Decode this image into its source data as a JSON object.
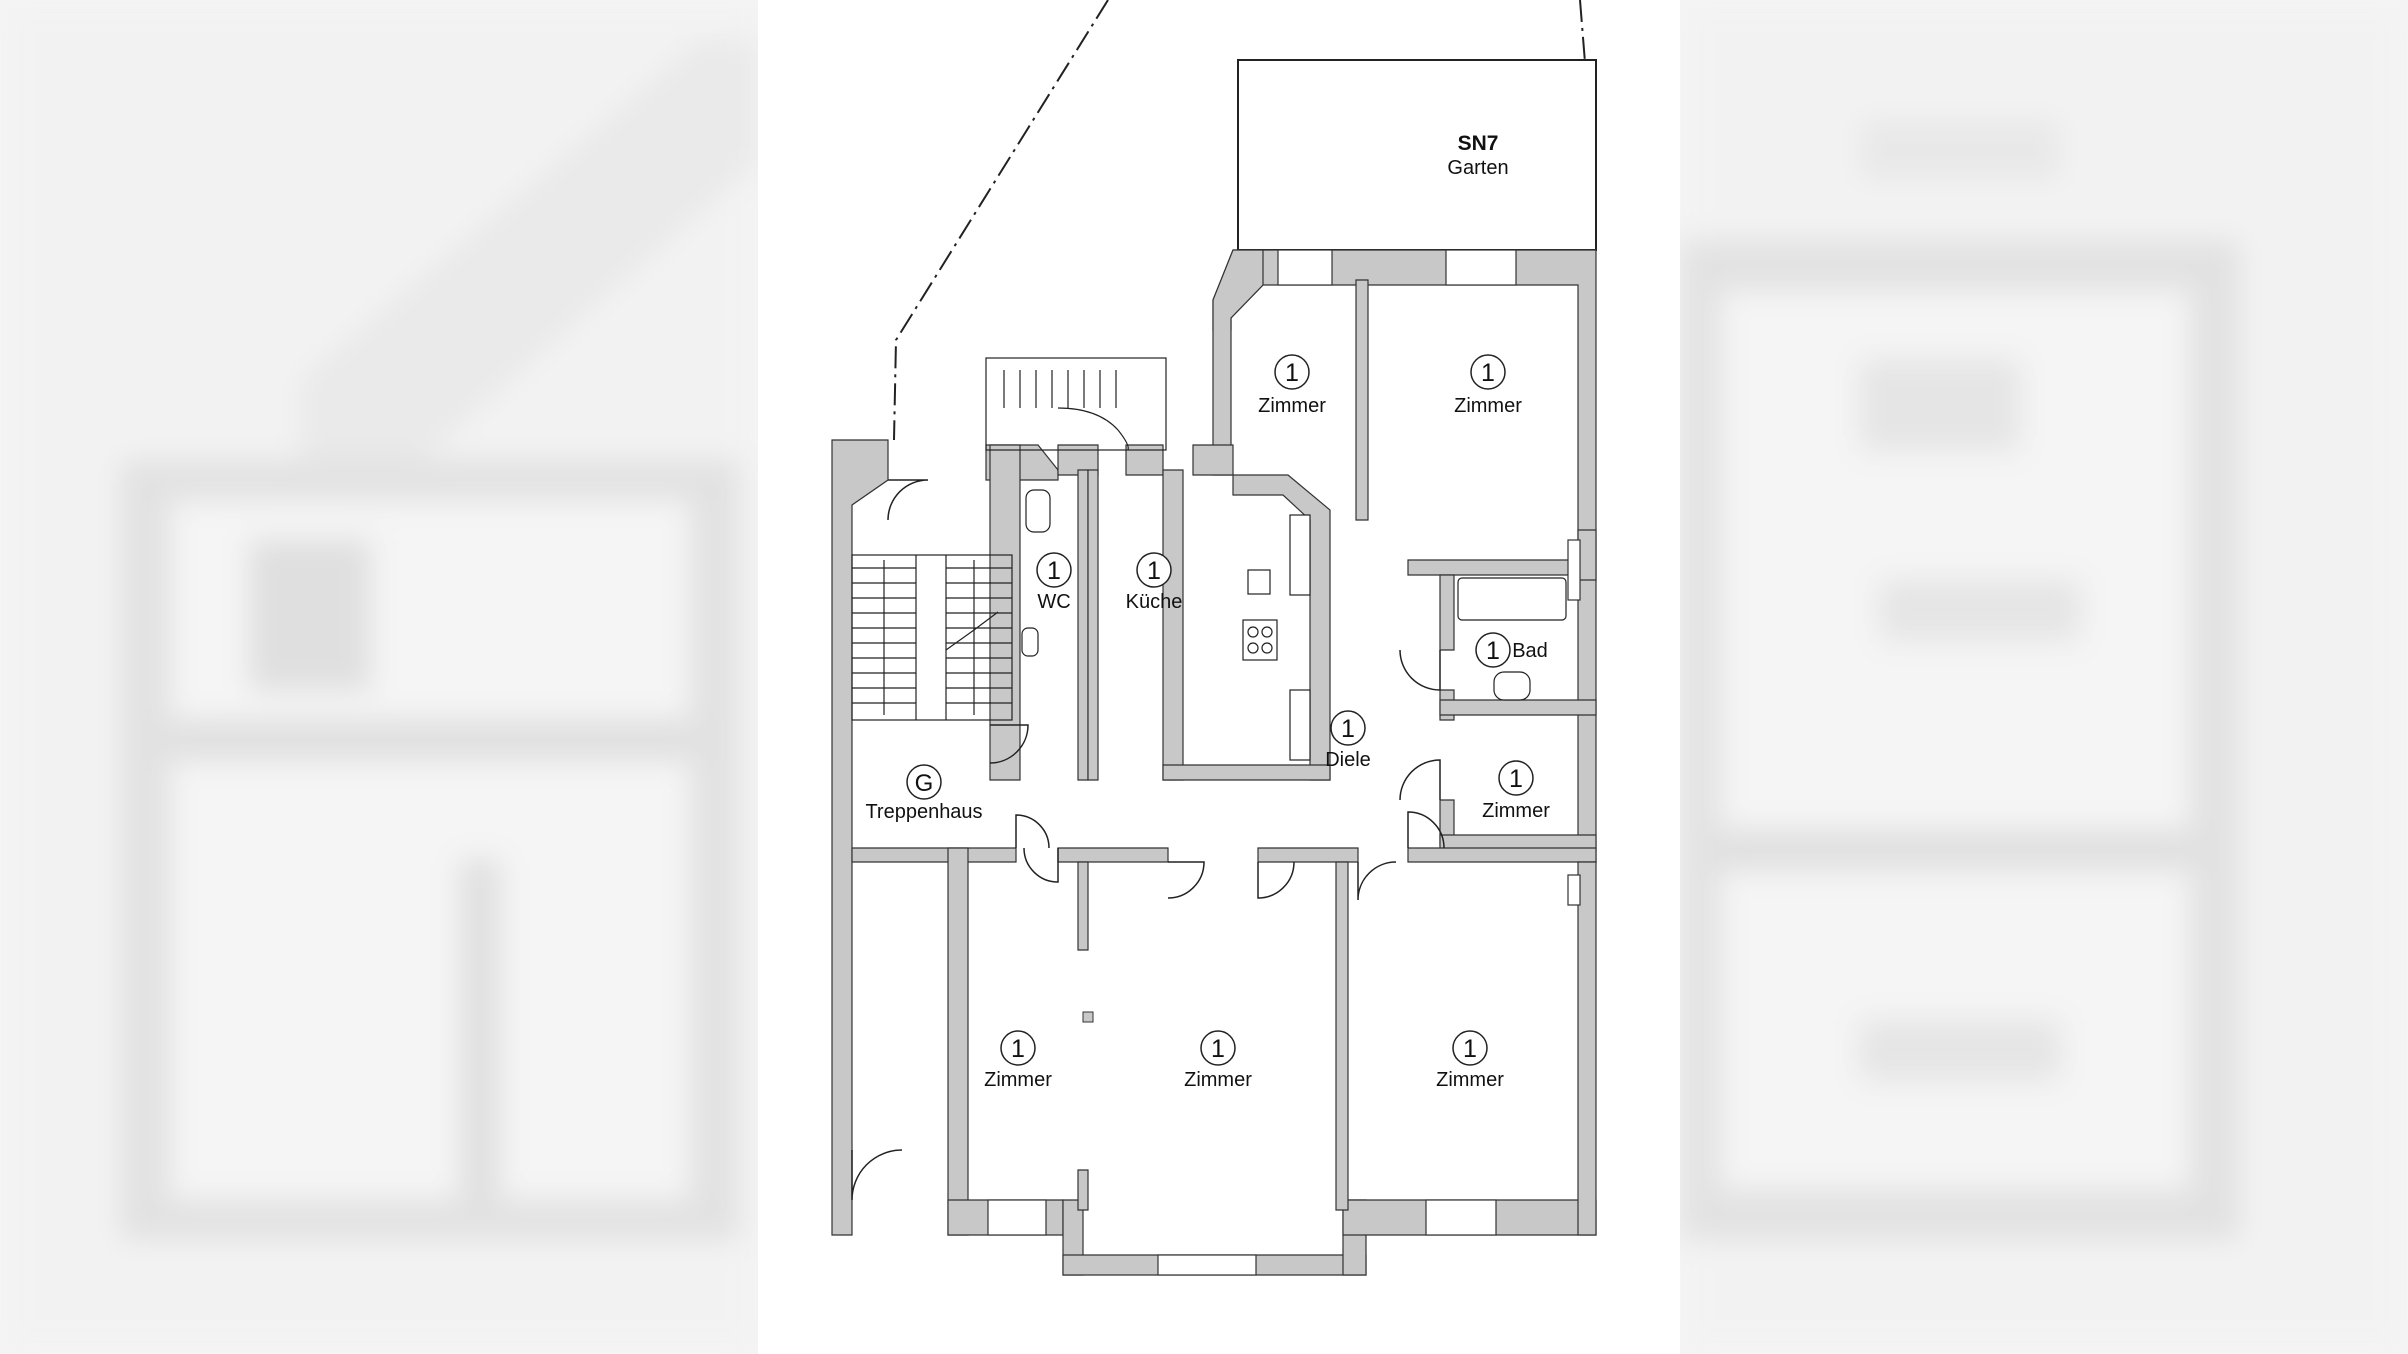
{
  "plan": {
    "garden": {
      "code": "SN7",
      "label": "Garten"
    },
    "rooms": [
      {
        "id": "zimmer-nw",
        "number": "1",
        "label": "Zimmer"
      },
      {
        "id": "zimmer-ne",
        "number": "1",
        "label": "Zimmer"
      },
      {
        "id": "wc",
        "number": "1",
        "label": "WC"
      },
      {
        "id": "kueche",
        "number": "1",
        "label": "Küche"
      },
      {
        "id": "bad",
        "number": "1",
        "label": "Bad"
      },
      {
        "id": "diele",
        "number": "1",
        "label": "Diele"
      },
      {
        "id": "zimmer-e",
        "number": "1",
        "label": "Zimmer"
      },
      {
        "id": "treppenhaus",
        "number": "G",
        "label": "Treppenhaus"
      },
      {
        "id": "zimmer-sw",
        "number": "1",
        "label": "Zimmer"
      },
      {
        "id": "zimmer-s",
        "number": "1",
        "label": "Zimmer"
      },
      {
        "id": "zimmer-se",
        "number": "1",
        "label": "Zimmer"
      }
    ]
  },
  "colors": {
    "wall": "#c8c8c8",
    "wall_outline": "#333333",
    "line": "#222222",
    "background": "#ffffff"
  }
}
